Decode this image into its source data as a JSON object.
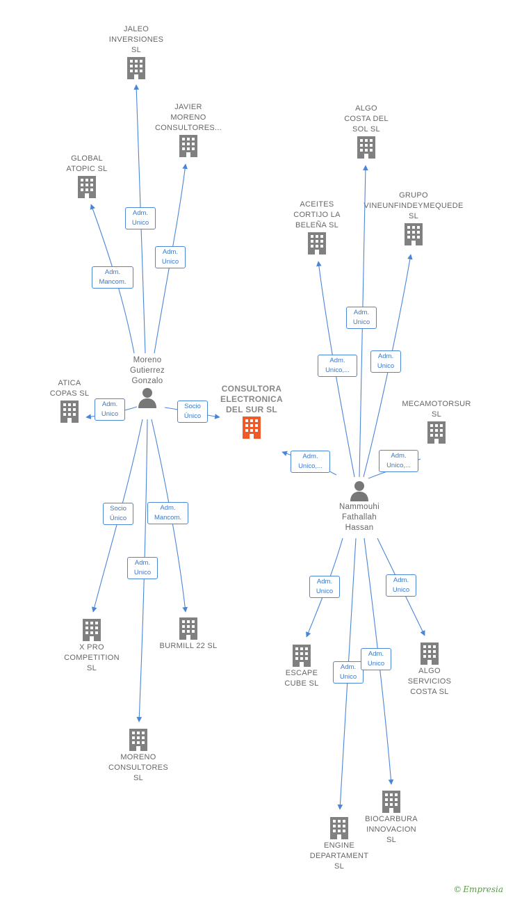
{
  "colors": {
    "edge": "#4a86d8",
    "building": "#808080",
    "center_building": "#f05a28",
    "label": "#666666"
  },
  "center": {
    "label": "CONSULTORA\nELECTRONICA\nDEL SUR SL",
    "icon": "building-icon-highlight"
  },
  "persons": [
    {
      "id": "p1",
      "label": "Moreno\nGutierrez\nGonzalo",
      "icon": "person-icon"
    },
    {
      "id": "p2",
      "label": "Nammouhi\nFathallah\nHassan",
      "icon": "person-icon"
    }
  ],
  "companies": [
    {
      "id": "c_jaleo",
      "label": "JALEO\nINVERSIONES\nSL"
    },
    {
      "id": "c_javier",
      "label": "JAVIER\nMORENO\nCONSULTORES..."
    },
    {
      "id": "c_global",
      "label": "GLOBAL\nATOPIC SL"
    },
    {
      "id": "c_atica",
      "label": "ATICA\nCOPAS SL"
    },
    {
      "id": "c_xpro",
      "label": "X PRO\nCOMPETITION\nSL"
    },
    {
      "id": "c_burmill",
      "label": "BURMILL 22 SL"
    },
    {
      "id": "c_moreno",
      "label": "MORENO\nCONSULTORES\nSL"
    },
    {
      "id": "c_algocosta",
      "label": "ALGO\nCOSTA DEL\nSOL SL"
    },
    {
      "id": "c_aceites",
      "label": "ACEITES\nCORTIJO LA\nBELEÑA SL"
    },
    {
      "id": "c_grupo",
      "label": "GRUPO\nVINEUNFINDEYMEQUEDE\nSL"
    },
    {
      "id": "c_mecamotor",
      "label": "MECAMOTORSUR\nSL"
    },
    {
      "id": "c_escape",
      "label": "ESCAPE\nCUBE SL"
    },
    {
      "id": "c_algoserv",
      "label": "ALGO\nSERVICIOS\nCOSTA SL"
    },
    {
      "id": "c_engine",
      "label": "ENGINE\nDEPARTAMENT\nSL"
    },
    {
      "id": "c_biocarbura",
      "label": "BIOCARBURA\nINNOVACION\nSL"
    }
  ],
  "edge_labels": {
    "e_jaleo": "Adm.\nUnico",
    "e_javier": "Adm.\nUnico",
    "e_global": "Adm.\nMancom.",
    "e_atica": "Adm.\nUnico",
    "e_center_p1": "Socio\nÚnico",
    "e_xpro": "Socio\nÚnico",
    "e_burmill": "Adm.\nMancom.",
    "e_moreno": "Adm.\nUnico",
    "e_algocosta": "Adm.\nUnico",
    "e_aceites": "Adm.\nUnico,...",
    "e_grupo": "Adm.\nUnico",
    "e_center_p2": "Adm.\nUnico,...",
    "e_mecamotor": "Adm.\nUnico,...",
    "e_escape": "Adm.\nUnico",
    "e_algoserv": "Adm.\nUnico",
    "e_engine": "Adm.\nUnico",
    "e_biocarbura": "Adm.\nUnico"
  },
  "footer": {
    "copyright": "©",
    "brand": "Empresia"
  }
}
